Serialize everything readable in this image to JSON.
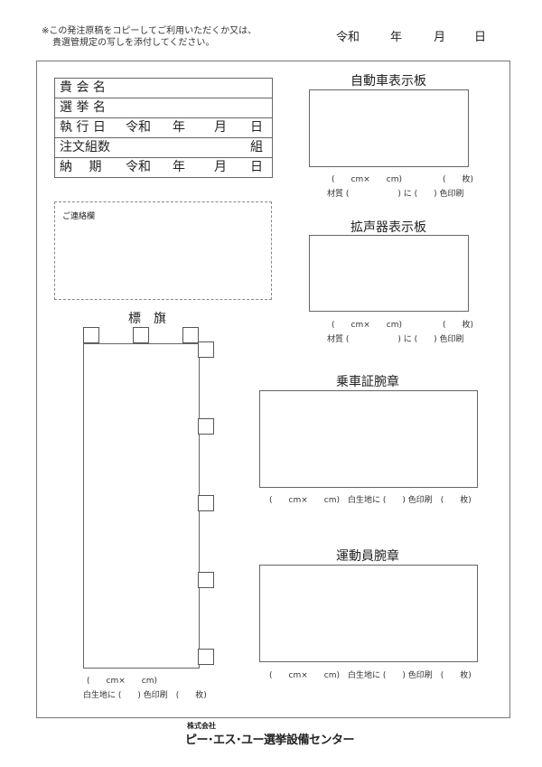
{
  "header": {
    "note_line1": "※この発注原稿をコピーしてご利用いただくか又は、",
    "note_line2": "貴選管規定の写しを添付してください。",
    "date": {
      "era": "令和",
      "year": "年",
      "month": "月",
      "day": "日"
    }
  },
  "info_table": {
    "rows": [
      {
        "label": "貴 会 名"
      },
      {
        "label": "選 挙 名"
      },
      {
        "label": "執 行 日",
        "era": "令和",
        "year": "年",
        "month": "月",
        "day": "日"
      },
      {
        "label": "注文組数",
        "unit": "組"
      },
      {
        "label": "納　 期",
        "era": "令和",
        "year": "年",
        "month": "月",
        "day": "日"
      }
    ]
  },
  "contact": {
    "label": "ご連絡欄"
  },
  "flag": {
    "title": "標　旗",
    "size": "(　　cm×　　cm)",
    "print": "白生地に (　　) 色印刷　(　　枚)"
  },
  "car_board": {
    "title": "自動車表示板",
    "size": "(　　cm×　　cm)　　　　　(　　枚)",
    "material": "材質 (　　　　　　) に (　　) 色印刷"
  },
  "speaker_board": {
    "title": "拡声器表示板",
    "size": "(　　cm×　　cm)　　　　　(　　枚)",
    "material": "材質 (　　　　　　) に (　　) 色印刷"
  },
  "ride_armband": {
    "title": "乗車証腕章",
    "caption": "(　　cm×　　cm)　白生地に (　　) 色印刷　(　　枚)"
  },
  "worker_armband": {
    "title": "運動員腕章",
    "caption": "(　　cm×　　cm)　白生地に (　　) 色印刷　(　　枚)"
  },
  "footer": {
    "company_type": "株式会社",
    "company_name": "ピー･エス･ユー選挙設備センター"
  }
}
